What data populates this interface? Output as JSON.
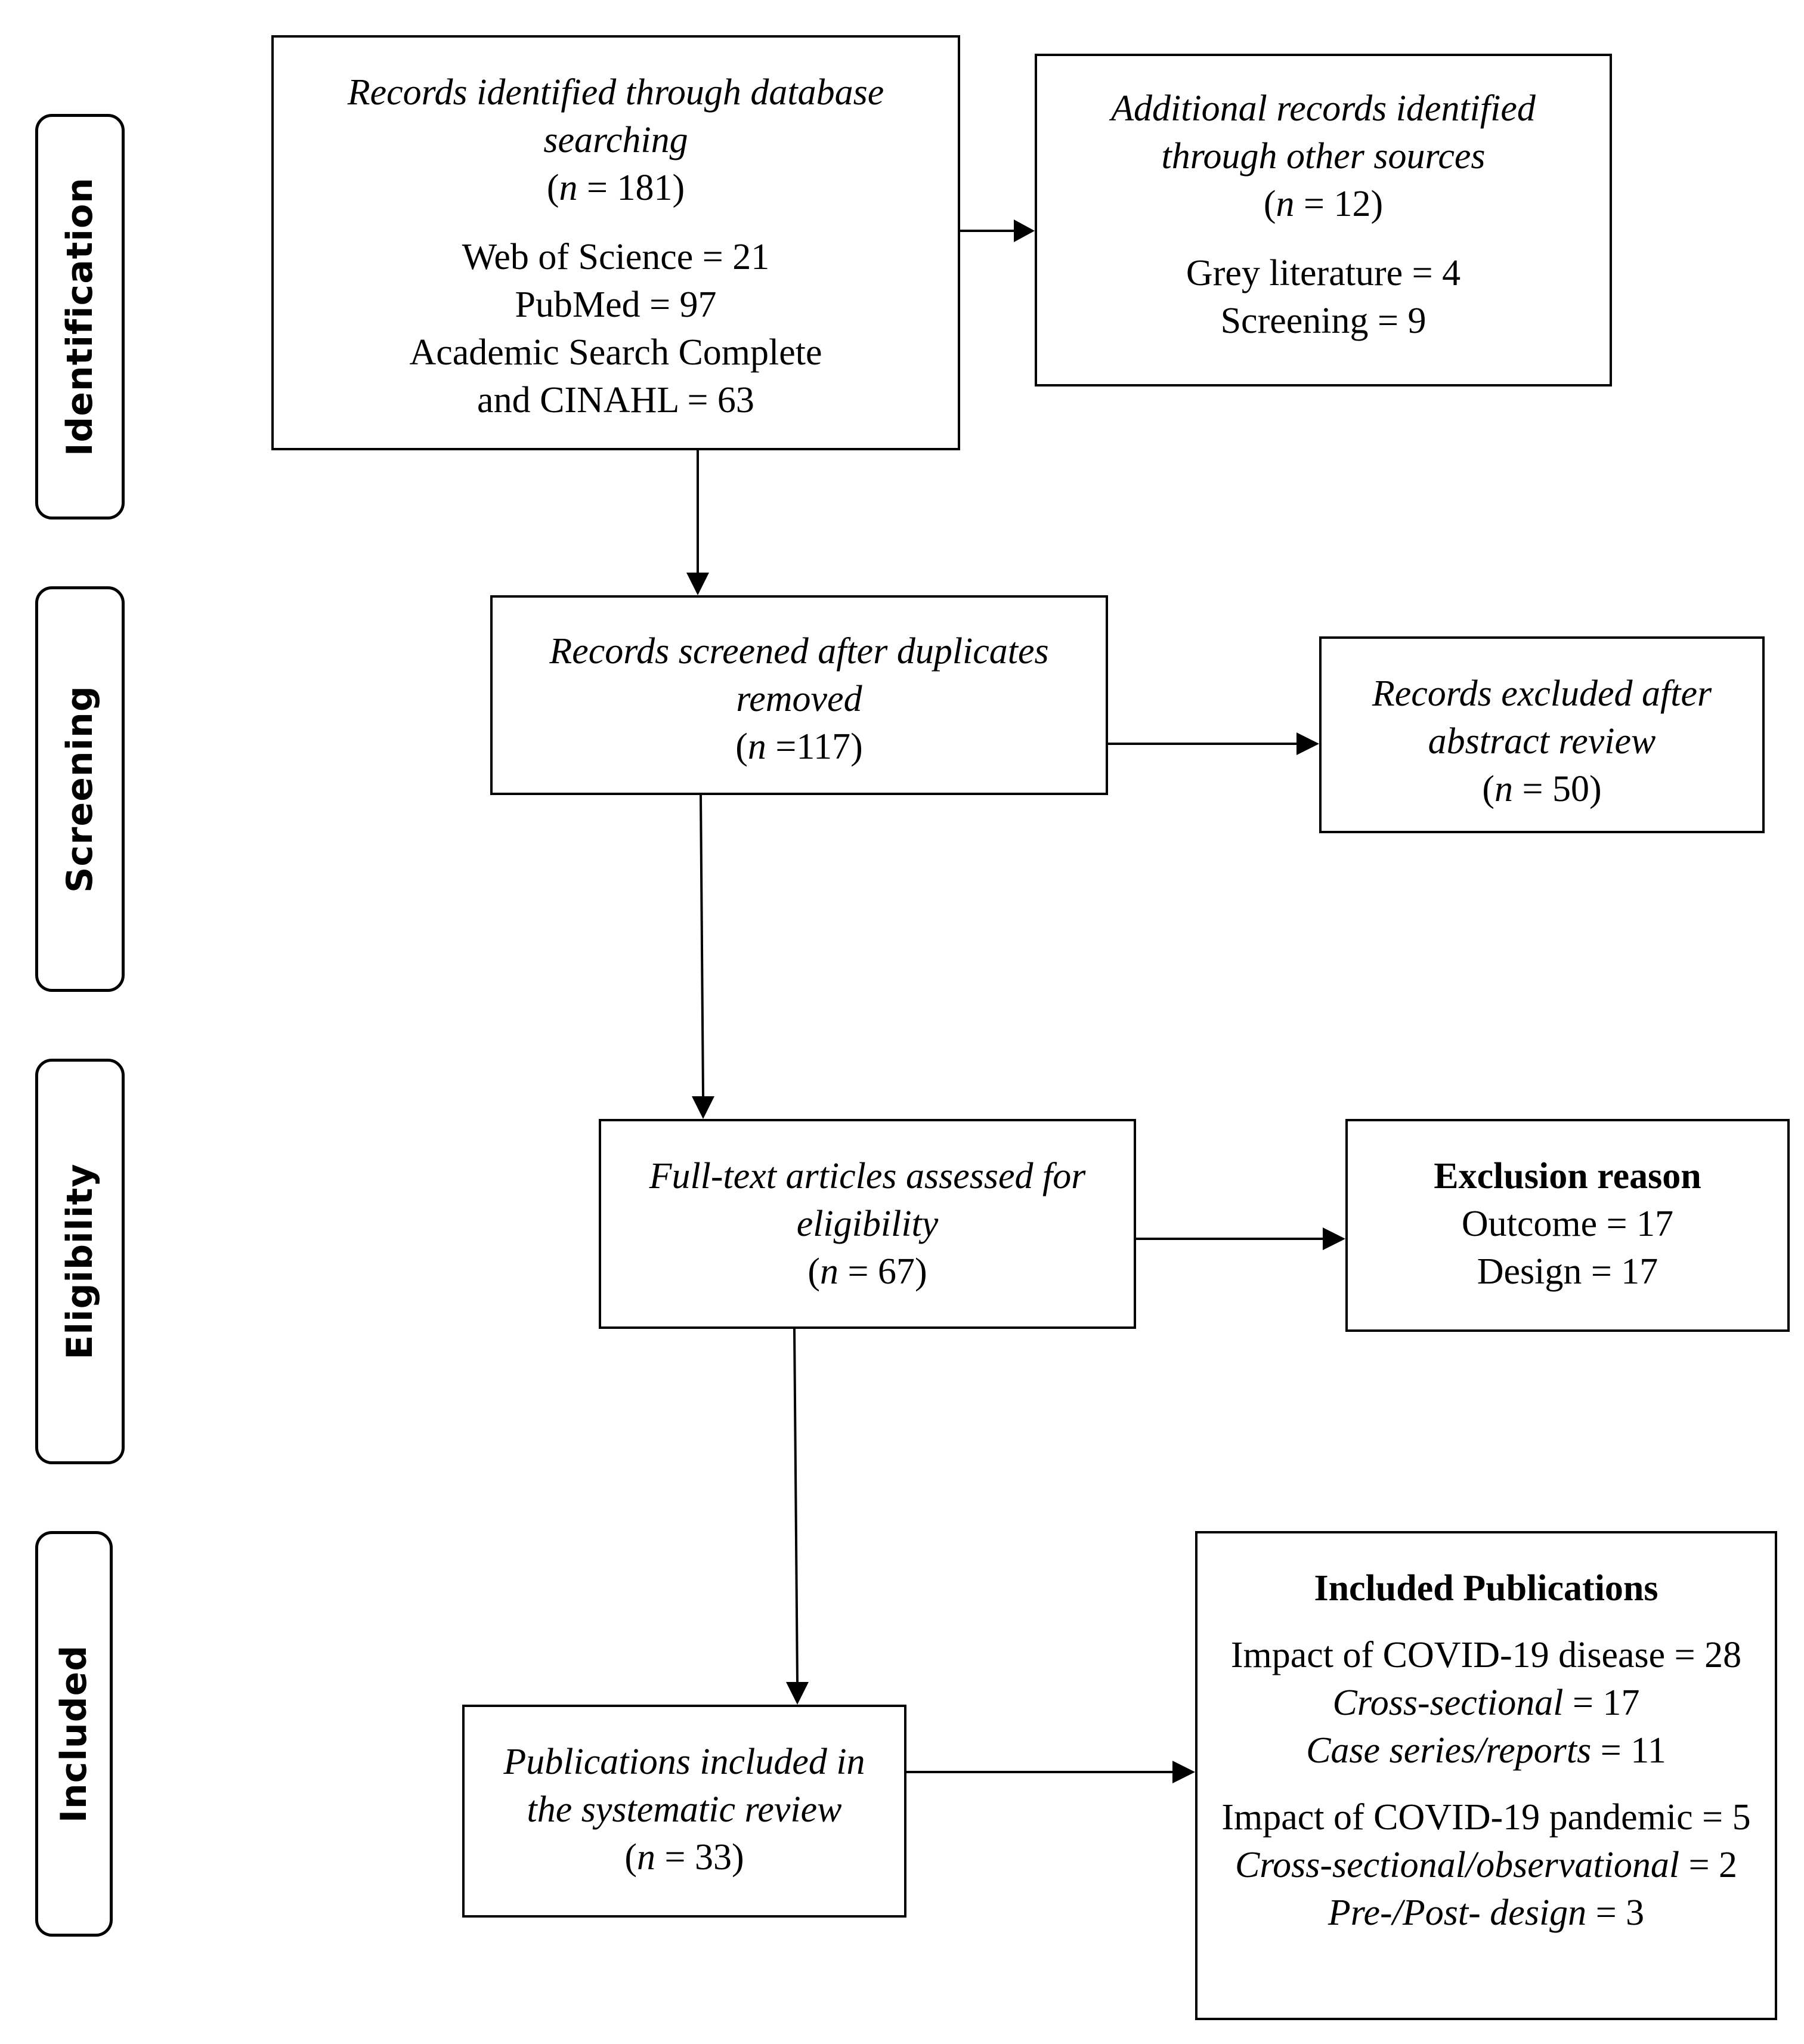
{
  "stages": {
    "identification": "Identification",
    "screening": "Screening",
    "eligibility": "Eligibility",
    "included": "Included"
  },
  "boxes": {
    "database": {
      "title_line1": "Records identified through database",
      "title_line2": "searching",
      "n_prefix": "(",
      "n_var": "n",
      "n_suffix": " = 181)",
      "source1": "Web of Science = 21",
      "source2": "PubMed = 97",
      "source3": "Academic Search Complete",
      "source4": "and CINAHL = 63"
    },
    "additional": {
      "title_line1": "Additional records identified",
      "title_line2": "through other sources",
      "n_prefix": "(",
      "n_var": "n",
      "n_suffix": " = 12)",
      "source1": "Grey literature = 4",
      "source2": "Screening = 9"
    },
    "screened": {
      "title_line1": "Records screened after duplicates",
      "title_line2": "removed",
      "n_prefix": "(",
      "n_var": "n",
      "n_suffix": " =117)"
    },
    "excluded_abstract": {
      "title_line1": "Records excluded after",
      "title_line2": "abstract review",
      "n_prefix": "(",
      "n_var": "n",
      "n_suffix": " = 50)"
    },
    "fulltext": {
      "title_line1": "Full-text articles assessed for",
      "title_line2": "eligibility",
      "n_prefix": "(",
      "n_var": "n",
      "n_suffix": " = 67)"
    },
    "exclusion_reason": {
      "heading": "Exclusion reason",
      "item1": "Outcome = 17",
      "item2": "Design = 17"
    },
    "included_review": {
      "title_line1": "Publications included in",
      "title_line2": "the systematic review",
      "n_prefix": "(",
      "n_var": "n",
      "n_suffix": " = 33)"
    },
    "included_publications": {
      "heading": "Included Publications",
      "disease": "Impact of COVID-19 disease = 28",
      "disease_cs_label": "Cross-sectional",
      "disease_cs_value": " = 17",
      "disease_case_label": "Case series/reports",
      "disease_case_value": " = 11",
      "pandemic": "Impact of COVID-19 pandemic = 5",
      "pandemic_cs_label": "Cross-sectional/observational",
      "pandemic_cs_value": " = 2",
      "pandemic_pp_label": "Pre-/Post- design",
      "pandemic_pp_value": " = 3"
    }
  }
}
